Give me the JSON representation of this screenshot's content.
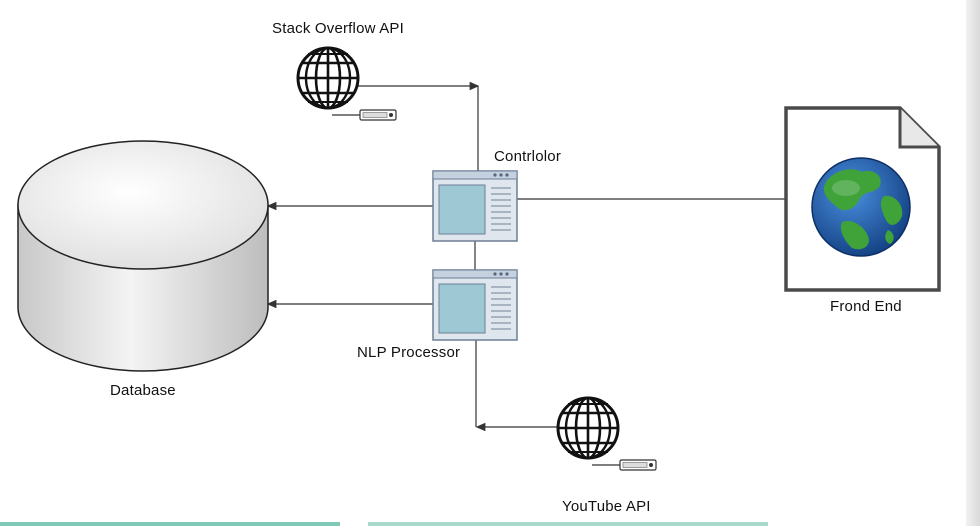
{
  "labels": {
    "stack_overflow_api": "Stack Overflow API",
    "controller": "Contrlolor",
    "nlp_processor": "NLP Processor",
    "database": "Database",
    "front_end": "Frond End",
    "youtube_api": "YouTube API"
  },
  "icons": {
    "stack_overflow_api": "globe-icon",
    "youtube_api": "globe-icon",
    "connector": "network-plug-icon",
    "controller": "window-icon",
    "nlp_processor": "window-icon",
    "database": "cylinder-icon",
    "front_end": "document-icon",
    "earth": "earth-globe-icon"
  },
  "colors": {
    "line": "#333333",
    "earth_ocean": "#1c5fa8",
    "earth_land": "#3fa33a",
    "window_pane": "#9ec8d4",
    "window_frame": "#6c7f95",
    "accent_strip": "#7fc9b6"
  }
}
